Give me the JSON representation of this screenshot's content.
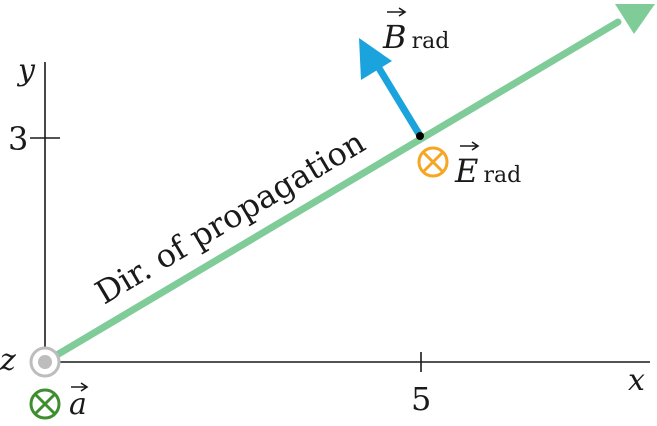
{
  "axes": {
    "x_label": "x",
    "y_label": "y",
    "z_label": "z",
    "x_tick": "5",
    "y_tick": "3"
  },
  "propagation": {
    "label": "Dir. of propagation"
  },
  "vectors": {
    "B": {
      "symbol": "B",
      "subscript": "rad",
      "color": "#1aa3dd"
    },
    "E": {
      "symbol": "E",
      "subscript": "rad",
      "color": "#f5a623"
    },
    "a": {
      "symbol": "a",
      "color": "#3e8e2f"
    }
  },
  "colors": {
    "propagation_arrow": "#7fcc99",
    "axis": "#1a1a1a",
    "origin_marker": "#bdbdbd"
  }
}
